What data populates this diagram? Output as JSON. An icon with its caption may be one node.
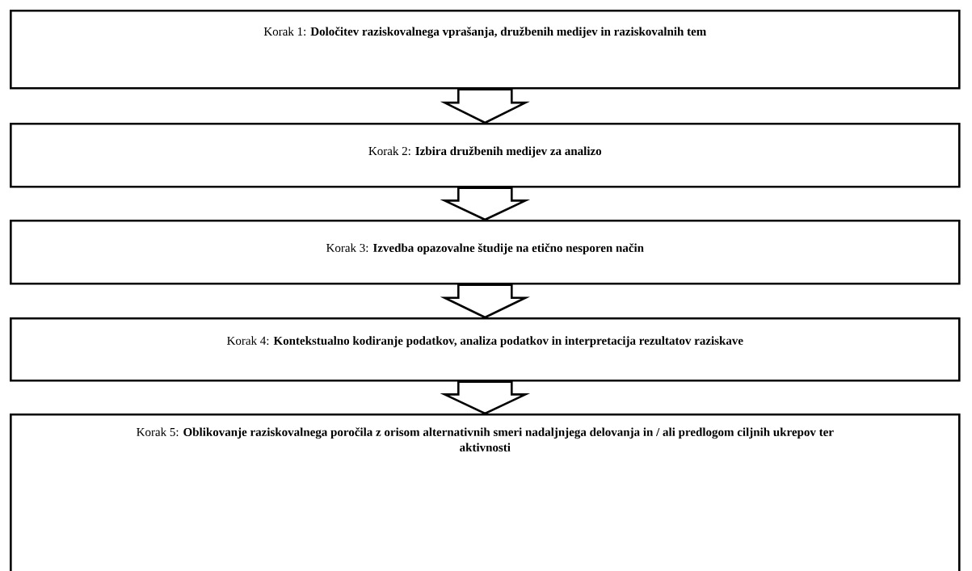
{
  "diagram": {
    "nodes": [
      {
        "text": [
          "Korak 1: **Določitev raziskovalnega vprašanja, družbenih medijev in raziskovalnih tem**"
        ]
      },
      {
        "text": [
          "Korak 2: **Izbira družbenih medijev za analizo**"
        ]
      },
      {
        "text": [
          "Korak 3: **Izvedba opazovalne študije na etično nesporen način**"
        ]
      },
      {
        "text": [
          "Korak 4: **Kontekstualno kodiranje podatkov, analiza podatkov in interpretacija rezultatov raziskave**"
        ]
      },
      {
        "text": [
          "Korak 5: **Oblikovanje raziskovalnega poročila z orisom alternativnih smeri nadaljnjega delovanja in / ali predlogom ciljnih ukrepov ter aktivnosti**"
        ]
      }
    ],
    "edges": [
      {
        "from": 0,
        "to": 1,
        "arrow": "to"
      },
      {
        "from": 1,
        "to": 2,
        "arrow": "to"
      },
      {
        "from": 2,
        "to": 3,
        "arrow": "to"
      },
      {
        "from": 3,
        "to": 4,
        "arrow": "to"
      }
    ]
  }
}
